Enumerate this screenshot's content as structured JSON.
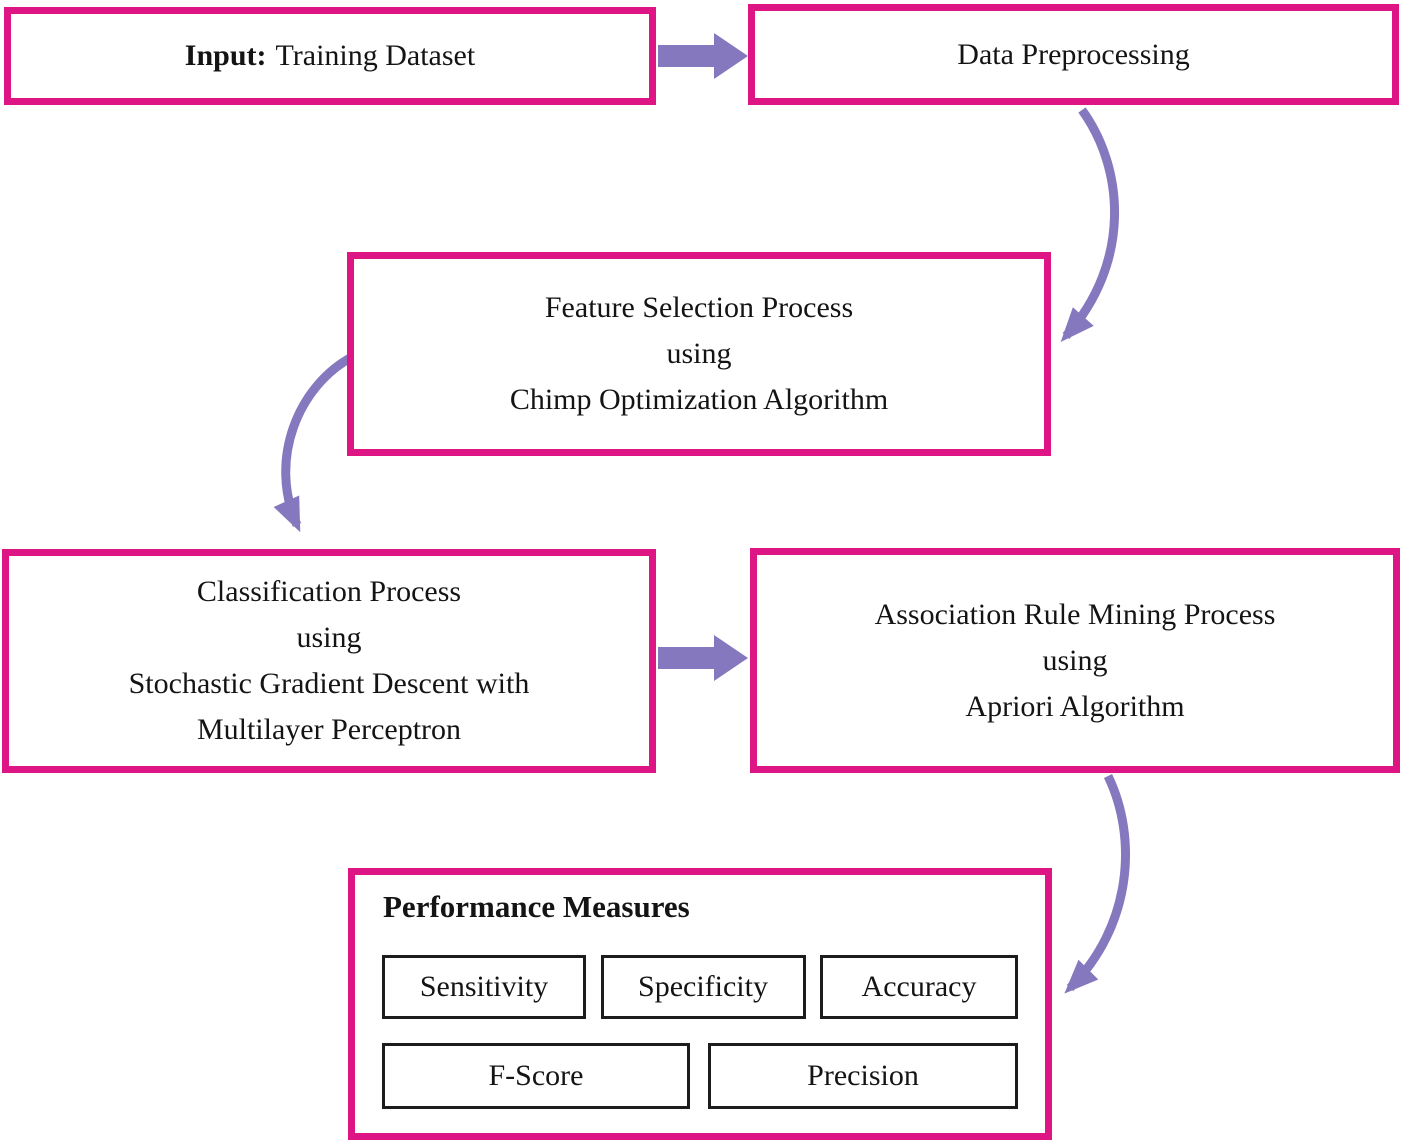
{
  "colors": {
    "background": "#ffffff",
    "box_border": "#de1685",
    "arrow": "#8678be",
    "inner_box_border": "#1c1c1c",
    "text": "#141414"
  },
  "nodes": {
    "input": {
      "label_bold": "Input:",
      "label": "Training Dataset"
    },
    "preprocessing": {
      "label": "Data Preprocessing"
    },
    "feature_selection": {
      "lines": [
        "Feature Selection Process",
        "using",
        "Chimp Optimization Algorithm"
      ]
    },
    "classification": {
      "lines": [
        "Classification Process",
        "using",
        "Stochastic Gradient Descent with",
        "Multilayer Perceptron"
      ]
    },
    "association": {
      "lines": [
        "Association Rule Mining Process",
        "using",
        "Apriori Algorithm"
      ]
    },
    "performance": {
      "title": "Performance Measures",
      "row1": [
        "Sensitivity",
        "Specificity",
        "Accuracy"
      ],
      "row2": [
        "F-Score",
        "Precision"
      ]
    }
  }
}
